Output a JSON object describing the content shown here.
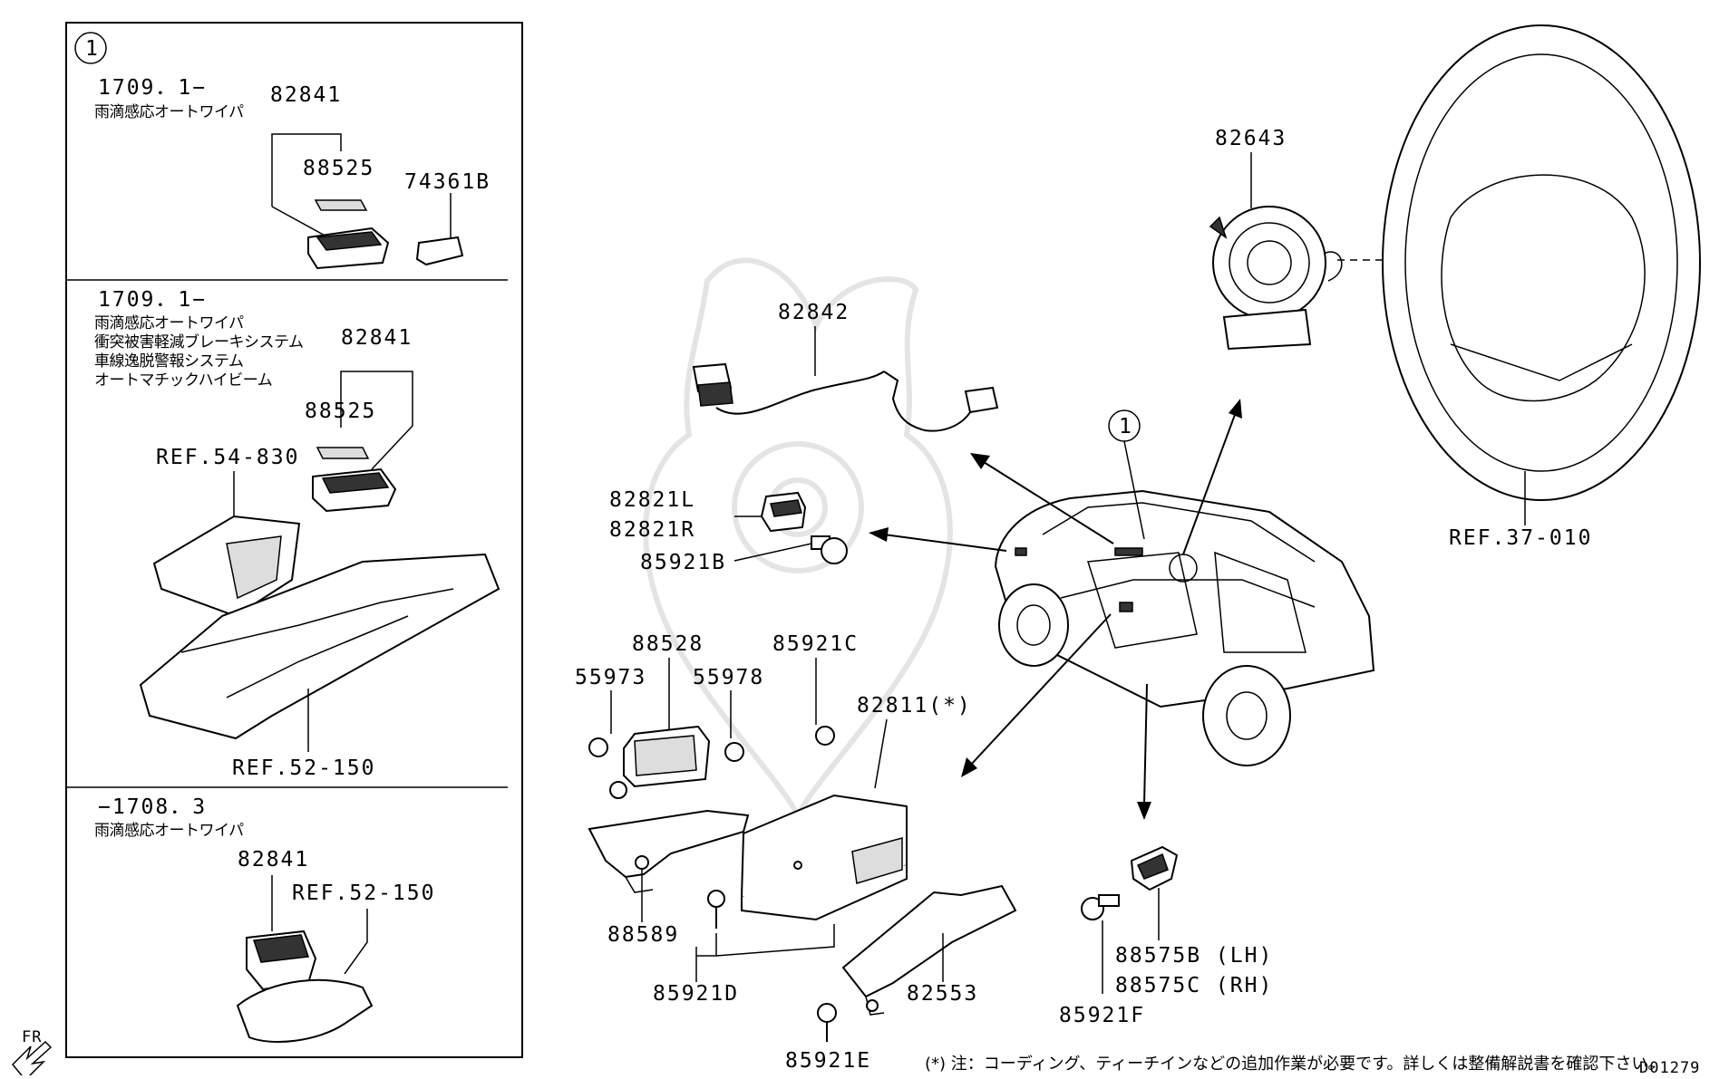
{
  "inset": {
    "circle_label": "1",
    "sections": [
      {
        "date": "1709．1−",
        "conditions": [
          "雨滴感応オートワイパ"
        ],
        "parts": [
          "82841",
          "88525",
          "74361B"
        ]
      },
      {
        "date": "1709．1−",
        "conditions": [
          "雨滴感応オートワイパ",
          "衝突被害軽減ブレーキシステム",
          "車線逸脱警報システム",
          "オートマチックハイビーム"
        ],
        "parts": [
          "82841",
          "88525"
        ],
        "refs": [
          "REF.54-830",
          "REF.52-150"
        ]
      },
      {
        "date": "−1708．3",
        "conditions": [
          "雨滴感応オートワイパ"
        ],
        "parts": [
          "82841"
        ],
        "refs": [
          "REF.52-150"
        ]
      }
    ]
  },
  "main": {
    "parts": {
      "p82643": "82643",
      "p82842": "82842",
      "p82821L": "82821L",
      "p82821R": "82821R",
      "p85921B": "85921B",
      "p88528": "88528",
      "p55973": "55973",
      "p55978": "55978",
      "p85921C": "85921C",
      "p82811": "82811(*)",
      "p88589": "88589",
      "p85921D": "85921D",
      "p82553": "82553",
      "p85921E": "85921E",
      "p88575B": "88575B (LH)",
      "p88575C": "88575C (RH)",
      "p85921F": "85921F"
    },
    "refs": {
      "r37": "REF.37-010"
    },
    "callout": "1"
  },
  "footer": {
    "fr_label": "FR",
    "note": "(*) 注：コーディング、ティーチインなどの追加作業が必要です。詳しくは整備解説書を確認下さい。",
    "diagram_code": "D01279"
  }
}
